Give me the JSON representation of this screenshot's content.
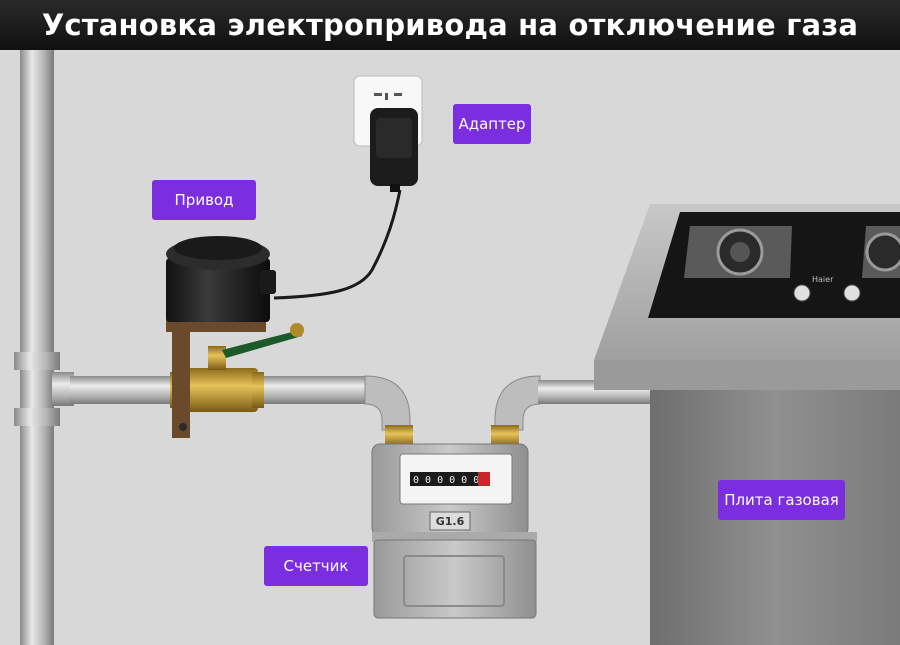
{
  "title": "Установка электропривода на отключение газа",
  "labels": {
    "adapter": "Адаптер",
    "actuator": "Привод",
    "meter": "Счетчик",
    "stove": "Плита газовая"
  },
  "meter_plate": "G1.6",
  "stove_brand": "Haier",
  "colors": {
    "label_bg": "#7a2ee0",
    "title_bg": "#141414",
    "wall": "#d9d9d9"
  }
}
